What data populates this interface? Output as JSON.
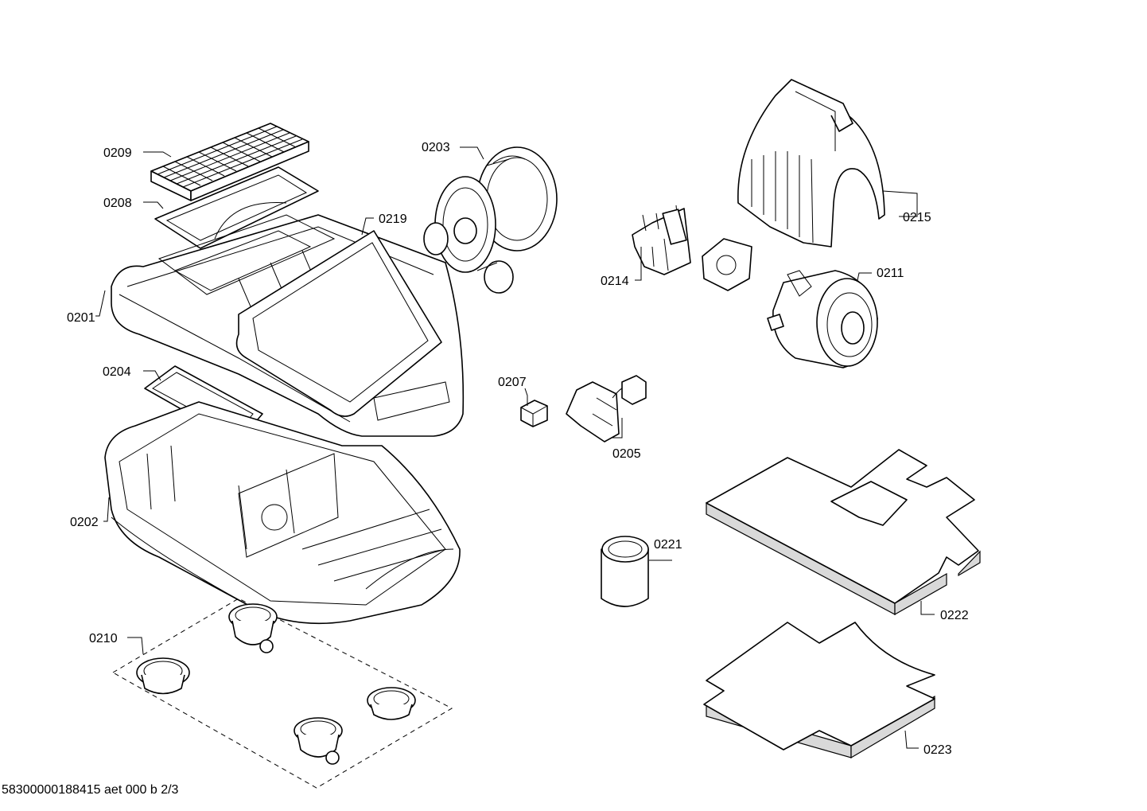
{
  "callouts": [
    {
      "id": "0209"
    },
    {
      "id": "0208"
    },
    {
      "id": "0201"
    },
    {
      "id": "0204"
    },
    {
      "id": "0202"
    },
    {
      "id": "0210"
    },
    {
      "id": "0219"
    },
    {
      "id": "0203"
    },
    {
      "id": "0214"
    },
    {
      "id": "0215"
    },
    {
      "id": "0211"
    },
    {
      "id": "0207"
    },
    {
      "id": "0205"
    },
    {
      "id": "0221"
    },
    {
      "id": "0222"
    },
    {
      "id": "0223"
    }
  ],
  "footer": "58300000188415 aet 000 b 2/3"
}
